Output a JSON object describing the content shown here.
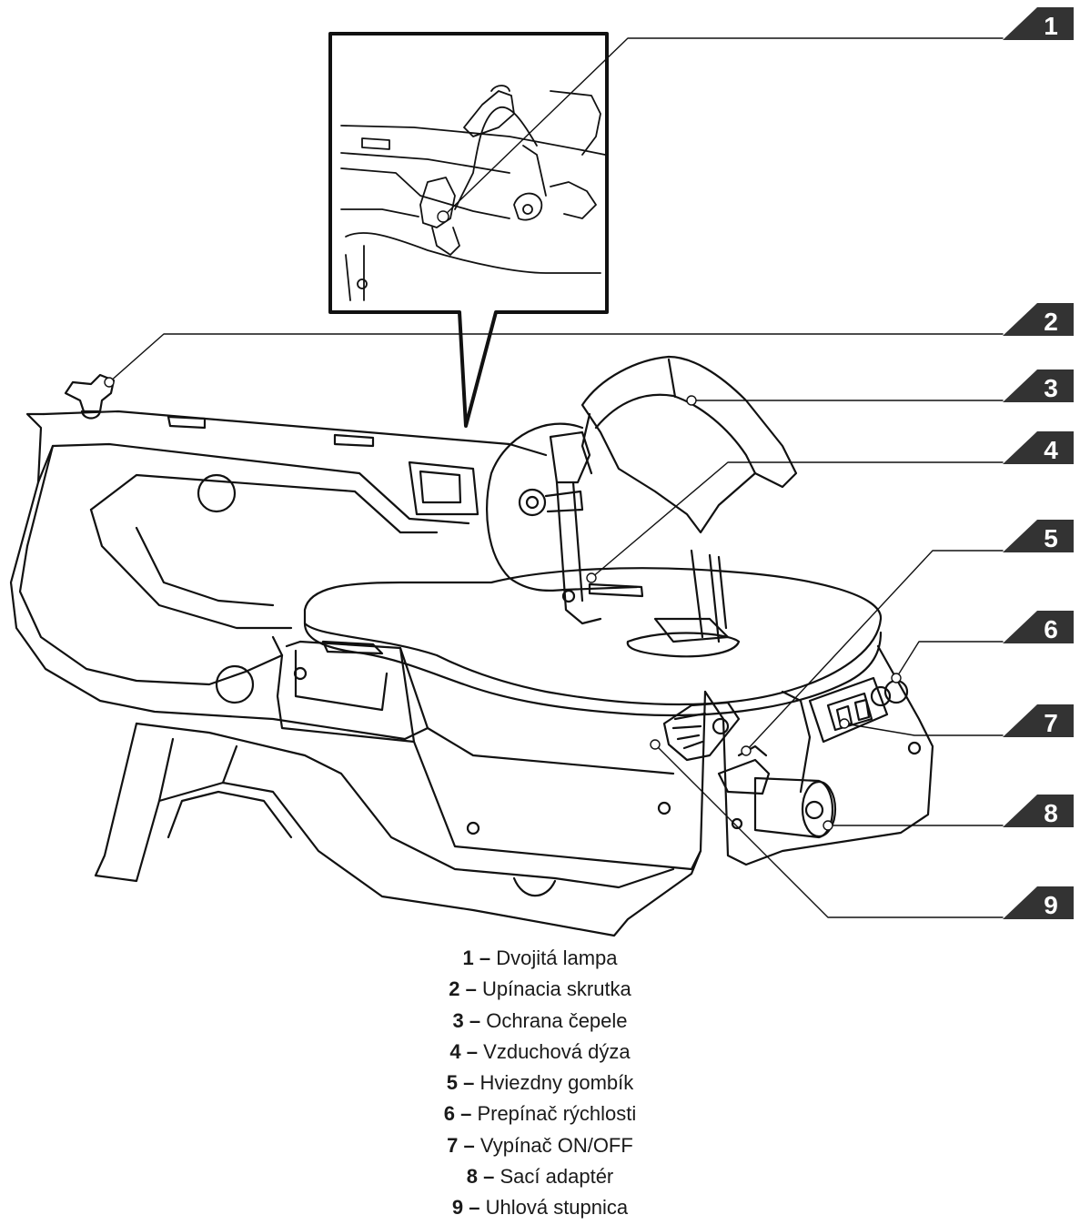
{
  "figure": {
    "callouts": [
      {
        "number": "1"
      },
      {
        "number": "2"
      },
      {
        "number": "3"
      },
      {
        "number": "4"
      },
      {
        "number": "5"
      },
      {
        "number": "6"
      },
      {
        "number": "7"
      },
      {
        "number": "8"
      },
      {
        "number": "9"
      }
    ],
    "legend": [
      {
        "number": "1",
        "separator": "–",
        "label": "Dvojitá lampa"
      },
      {
        "number": "2",
        "separator": "–",
        "label": "Upínacia skrutka"
      },
      {
        "number": "3",
        "separator": "–",
        "label": "Ochrana čepele"
      },
      {
        "number": "4",
        "separator": "–",
        "label": "Vzduchová dýza"
      },
      {
        "number": "5",
        "separator": "–",
        "label": "Hviezdny gombík"
      },
      {
        "number": "6",
        "separator": "–",
        "label": "Prepínač rýchlosti"
      },
      {
        "number": "7",
        "separator": "–",
        "label": "Vypínač ON/OFF"
      },
      {
        "number": "8",
        "separator": "–",
        "label": "Sací adaptér"
      },
      {
        "number": "9",
        "separator": "–",
        "label": "Uhlová stupnica"
      }
    ]
  }
}
